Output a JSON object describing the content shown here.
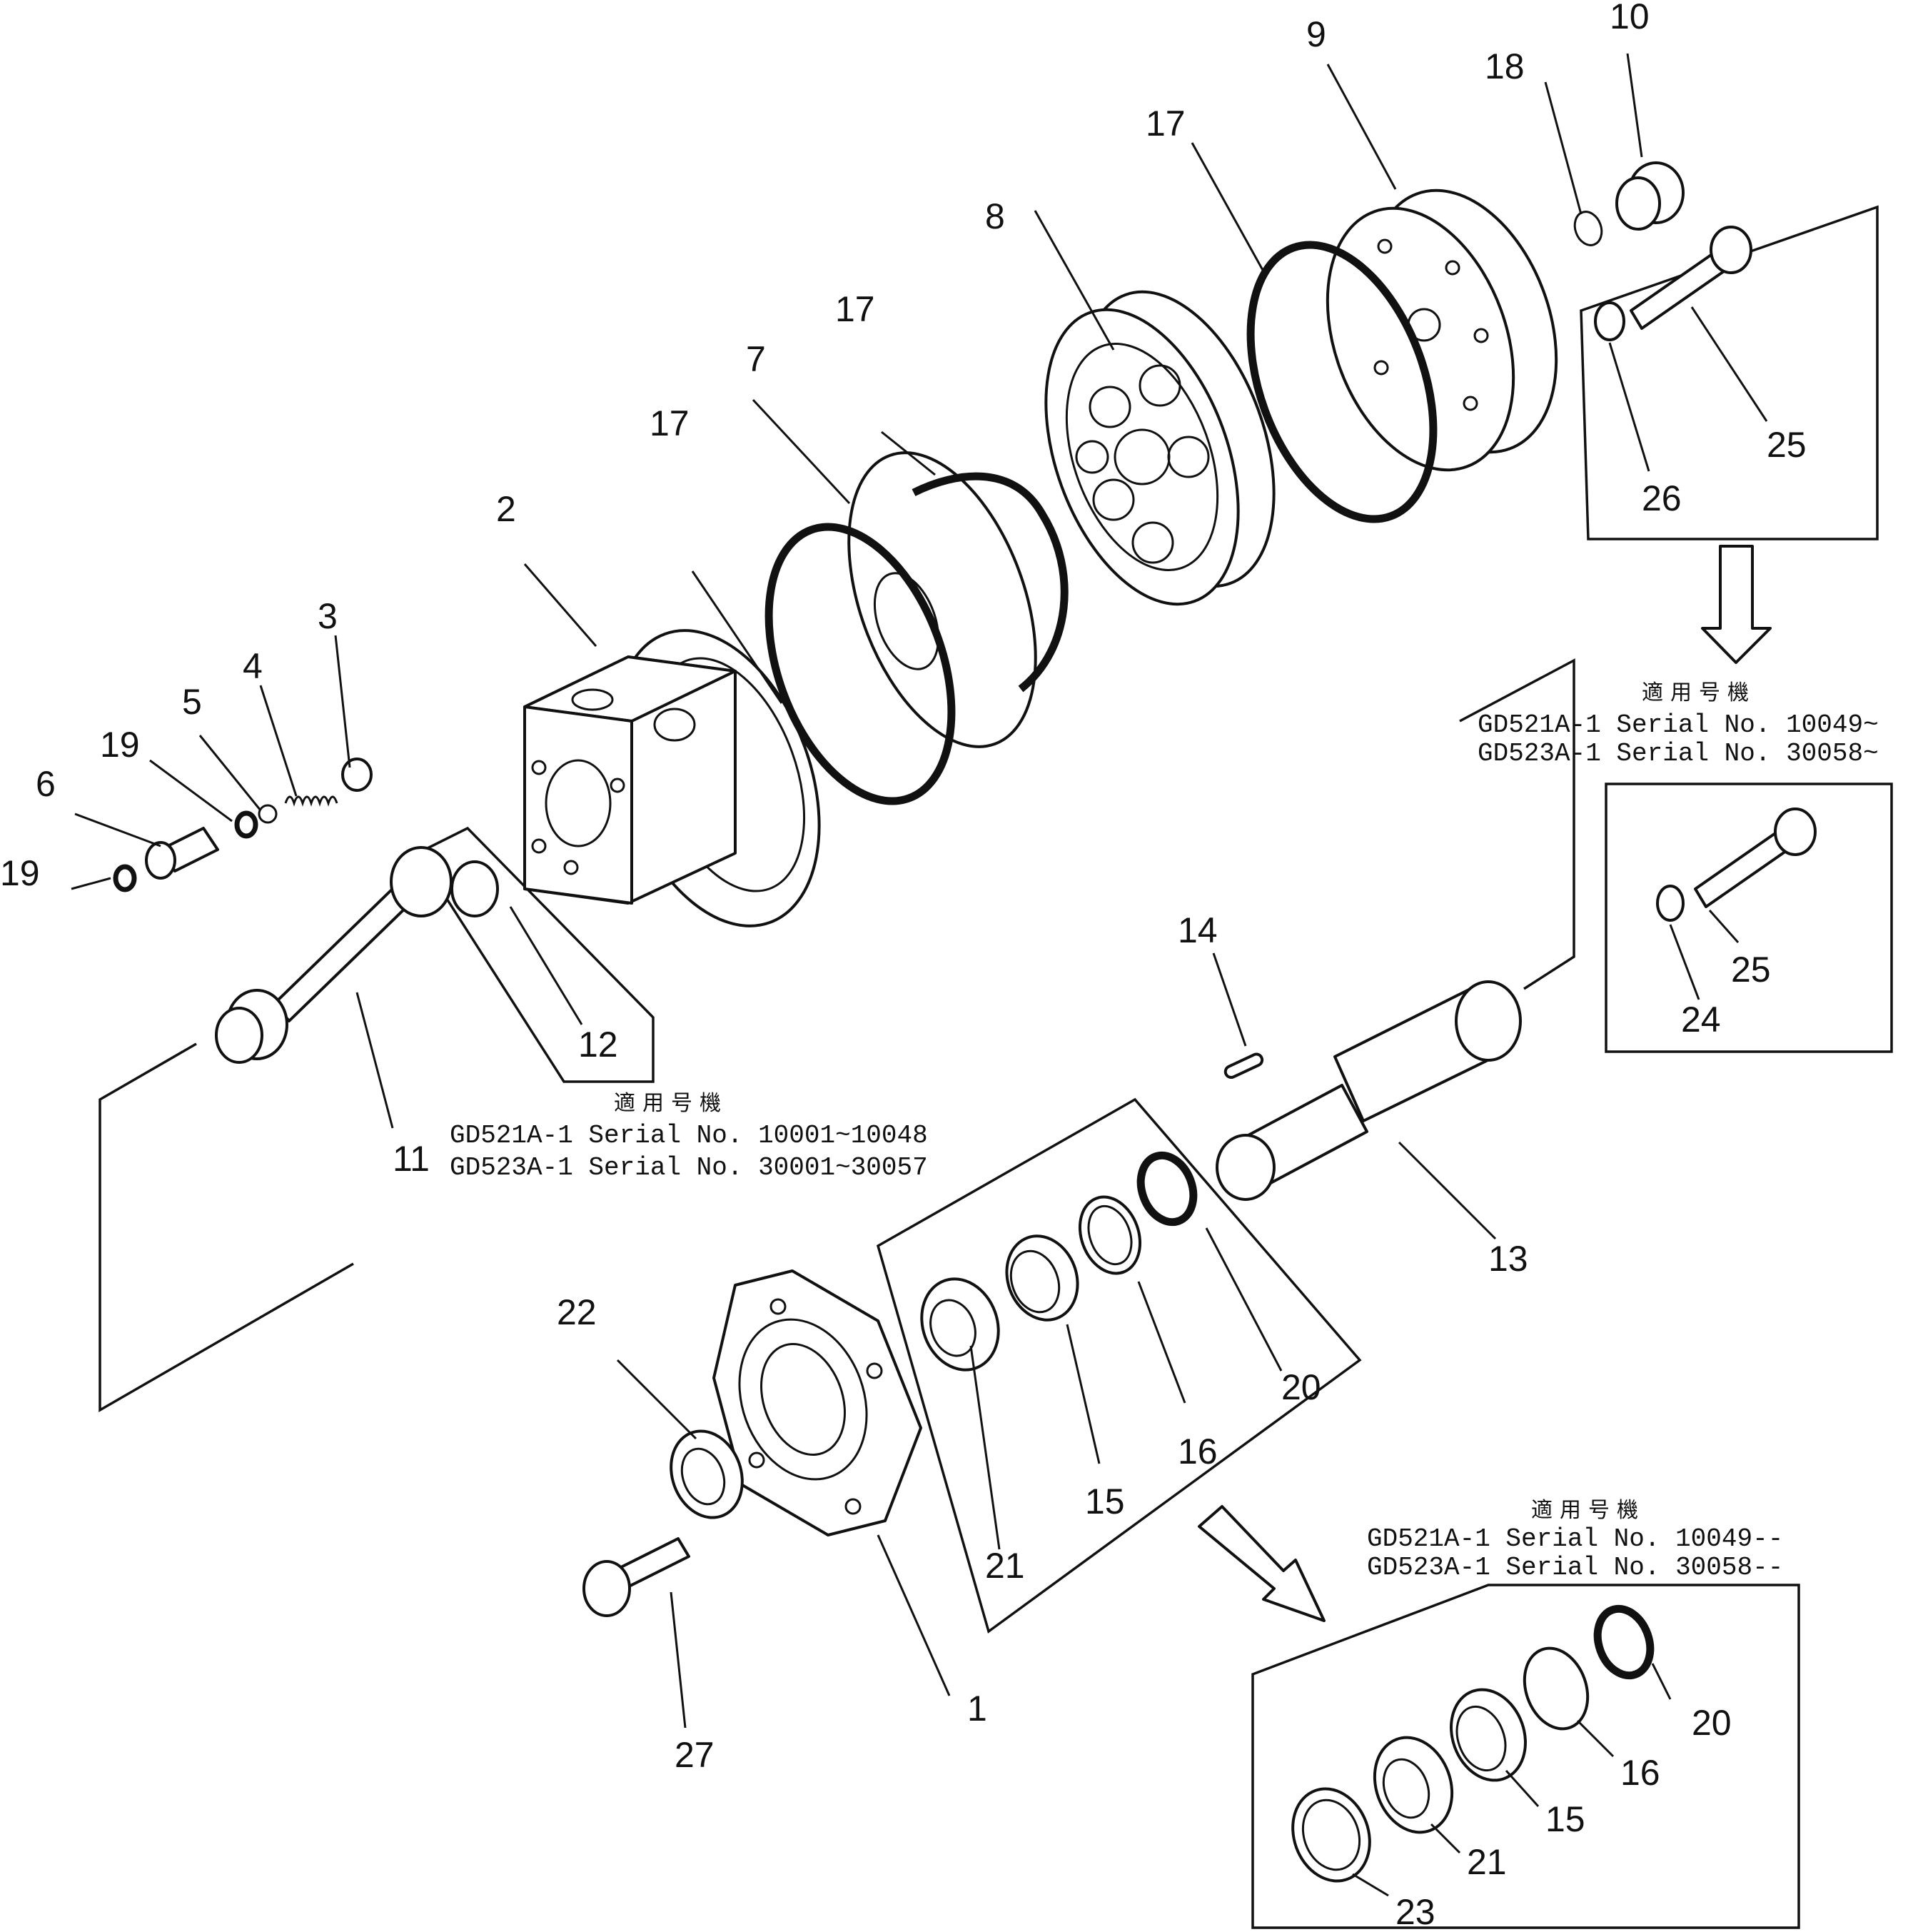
{
  "callouts": [
    {
      "id": "c1",
      "text": "1"
    },
    {
      "id": "c2",
      "text": "2"
    },
    {
      "id": "c3",
      "text": "3"
    },
    {
      "id": "c4",
      "text": "4"
    },
    {
      "id": "c5",
      "text": "5"
    },
    {
      "id": "c6",
      "text": "6"
    },
    {
      "id": "c7",
      "text": "7"
    },
    {
      "id": "c8",
      "text": "8"
    },
    {
      "id": "c9",
      "text": "9"
    },
    {
      "id": "c10",
      "text": "10"
    },
    {
      "id": "c11",
      "text": "11"
    },
    {
      "id": "c12",
      "text": "12"
    },
    {
      "id": "c13",
      "text": "13"
    },
    {
      "id": "c14",
      "text": "14"
    },
    {
      "id": "c15",
      "text": "15"
    },
    {
      "id": "c16",
      "text": "16"
    },
    {
      "id": "c17a",
      "text": "17"
    },
    {
      "id": "c17b",
      "text": "17"
    },
    {
      "id": "c17c",
      "text": "17"
    },
    {
      "id": "c18",
      "text": "18"
    },
    {
      "id": "c19a",
      "text": "19"
    },
    {
      "id": "c19b",
      "text": "19"
    },
    {
      "id": "c20",
      "text": "20"
    },
    {
      "id": "c21",
      "text": "21"
    },
    {
      "id": "c22",
      "text": "22"
    },
    {
      "id": "c25a",
      "text": "25"
    },
    {
      "id": "c26",
      "text": "26"
    },
    {
      "id": "c27",
      "text": "27"
    }
  ],
  "notes": {
    "old_serials": {
      "heading": "適用号機",
      "line1": "GD521A-1 Serial No. 10001~10048",
      "line2": "GD523A-1 Serial No. 30001~30057"
    },
    "new_bolt": {
      "heading": "適用号機",
      "line1": "GD521A-1 Serial No. 10049~",
      "line2": "GD523A-1 Serial No. 30058~"
    },
    "new_bearing": {
      "heading": "適用号機",
      "line1": "GD521A-1 Serial No. 10049--",
      "line2": "GD523A-1 Serial No. 30058--"
    }
  },
  "inset_bolt": {
    "callouts": [
      {
        "id": "i25",
        "text": "25"
      },
      {
        "id": "i24",
        "text": "24"
      }
    ]
  },
  "inset_bearing": {
    "callouts": [
      {
        "id": "j20",
        "text": "20"
      },
      {
        "id": "j16",
        "text": "16"
      },
      {
        "id": "j15",
        "text": "15"
      },
      {
        "id": "j21",
        "text": "21"
      },
      {
        "id": "j23",
        "text": "23"
      }
    ]
  }
}
